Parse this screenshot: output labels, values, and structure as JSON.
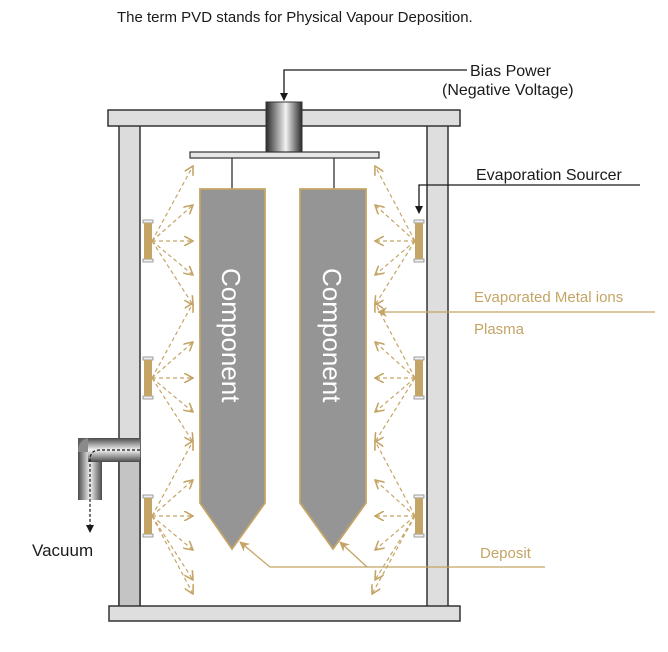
{
  "caption": "The term PVD stands for Physical Vapour Deposition.",
  "labels": {
    "bias_power_line1": "Bias Power",
    "bias_power_line2": "(Negative Voltage)",
    "evaporation_source": "Evaporation Sourcer",
    "evaporated_metal_ions": "Evaporated Metal ions",
    "plasma": "Plasma",
    "deposit": "Deposit",
    "vacuum": "Vacuum"
  },
  "components": [
    {
      "label": "Component"
    },
    {
      "label": "Component"
    }
  ],
  "emitters": {
    "left_count": 3,
    "right_count": 3
  },
  "colors": {
    "gold": "#c4a566",
    "chamber_wall": "#dedede",
    "component_fill": "#959595",
    "outline": "#333333",
    "text_dark": "#1a1a1a"
  }
}
